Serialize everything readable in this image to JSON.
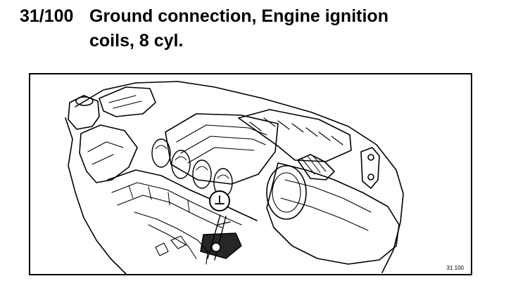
{
  "header": {
    "title_id": "31/100",
    "title_line1": "Ground connection, Engine ignition",
    "title_line2": "coils, 8 cyl."
  },
  "figure": {
    "code": "31 100",
    "ground_symbol": "⊥",
    "line_color": "#000000",
    "background_color": "#ffffff"
  }
}
